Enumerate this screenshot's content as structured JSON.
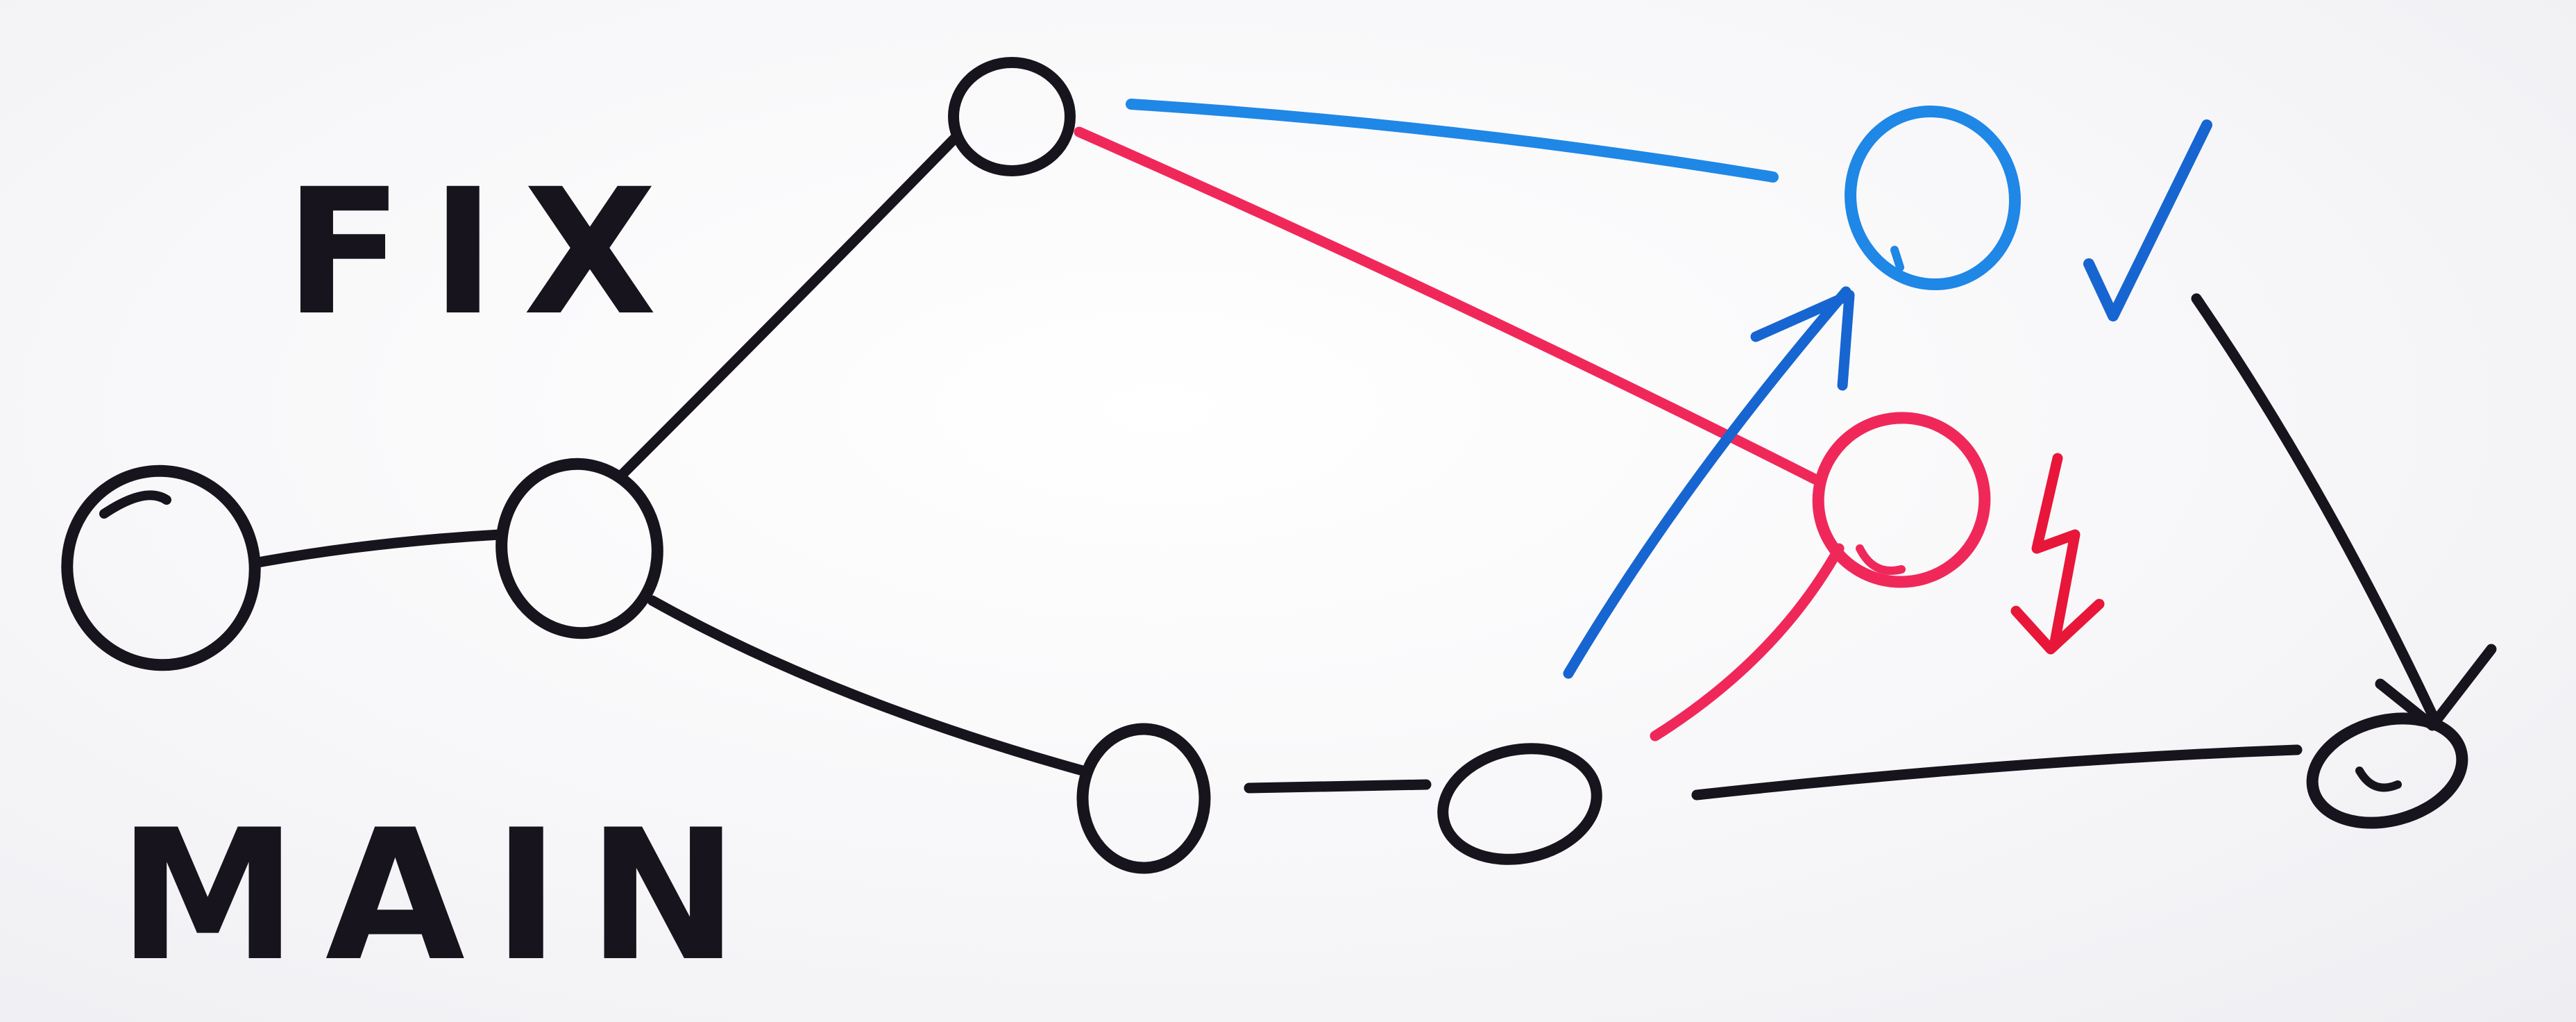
{
  "labels": {
    "fix": "FIX",
    "main": "MAIN"
  },
  "nodes": [
    {
      "id": "main-1",
      "branch": "main"
    },
    {
      "id": "main-2",
      "branch": "main"
    },
    {
      "id": "fix-1",
      "branch": "fix"
    },
    {
      "id": "main-3",
      "branch": "main"
    },
    {
      "id": "main-4",
      "branch": "main"
    },
    {
      "id": "blue-result",
      "branch": "merge-success"
    },
    {
      "id": "red-result",
      "branch": "merge-conflict"
    },
    {
      "id": "main-final",
      "branch": "main"
    }
  ],
  "marks": {
    "checkmark": "success",
    "lightning": "conflict"
  },
  "colors": {
    "ink": "#17141d",
    "blue": "#1f87e6",
    "blue_dark": "#1765d1",
    "red": "#f0285a",
    "red_mark": "#e81638",
    "board": "#f7f7f9"
  }
}
